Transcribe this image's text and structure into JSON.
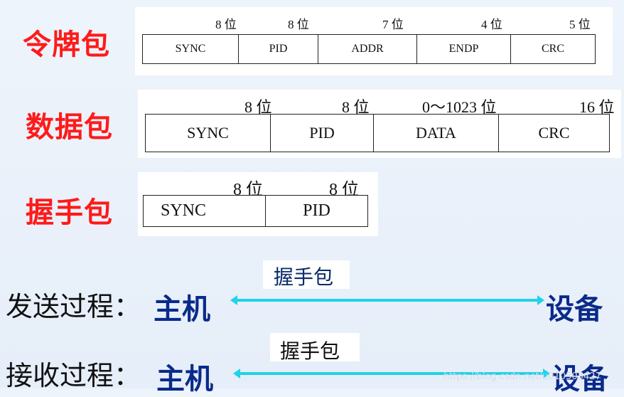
{
  "token_packet": {
    "label": "令牌包",
    "bits": [
      "8 位",
      "8 位",
      "7 位",
      "4 位",
      "5 位"
    ],
    "fields": [
      "SYNC",
      "PID",
      "ADDR",
      "ENDP",
      "CRC"
    ]
  },
  "data_packet": {
    "label": "数据包",
    "bits": [
      "8 位",
      "8 位",
      "0～1023 位",
      "16 位"
    ],
    "fields": [
      "SYNC",
      "PID",
      "DATA",
      "CRC"
    ]
  },
  "handshake_packet": {
    "label": "握手包",
    "bits": [
      "8 位",
      "8 位"
    ],
    "fields": [
      "SYNC",
      "PID"
    ]
  },
  "send_process": {
    "label": "发送过程：",
    "host": "主机",
    "packet": "握手包",
    "device": "设备"
  },
  "receive_process": {
    "label": "接收过程：",
    "host": "主机",
    "packet": "握手包",
    "device": "设备"
  },
  "watermark": "https://blog.csdn.net/u010503427"
}
